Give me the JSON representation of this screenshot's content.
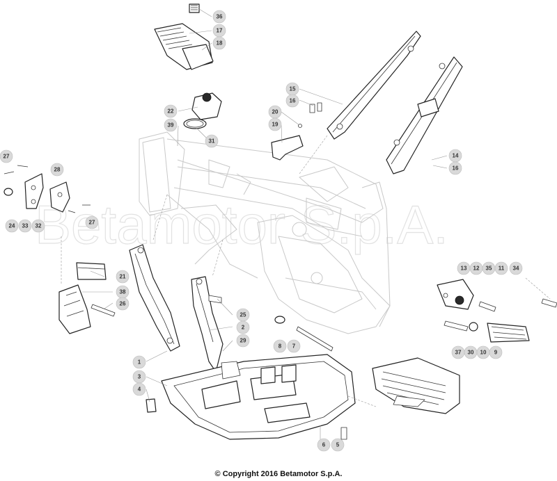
{
  "watermark": "Betamotor S.p.A.",
  "copyright": "© Copyright 2016 Betamotor S.p.A.",
  "callouts": [
    "36",
    "17",
    "18",
    "15",
    "16",
    "22",
    "20",
    "39",
    "19",
    "31",
    "14",
    "16",
    "27",
    "28",
    "24",
    "33",
    "32",
    "27",
    "21",
    "38",
    "26",
    "13",
    "12",
    "35",
    "11",
    "34",
    "25",
    "2",
    "29",
    "8",
    "7",
    "1",
    "3",
    "4",
    "37",
    "30",
    "10",
    "9",
    "6",
    "5"
  ]
}
